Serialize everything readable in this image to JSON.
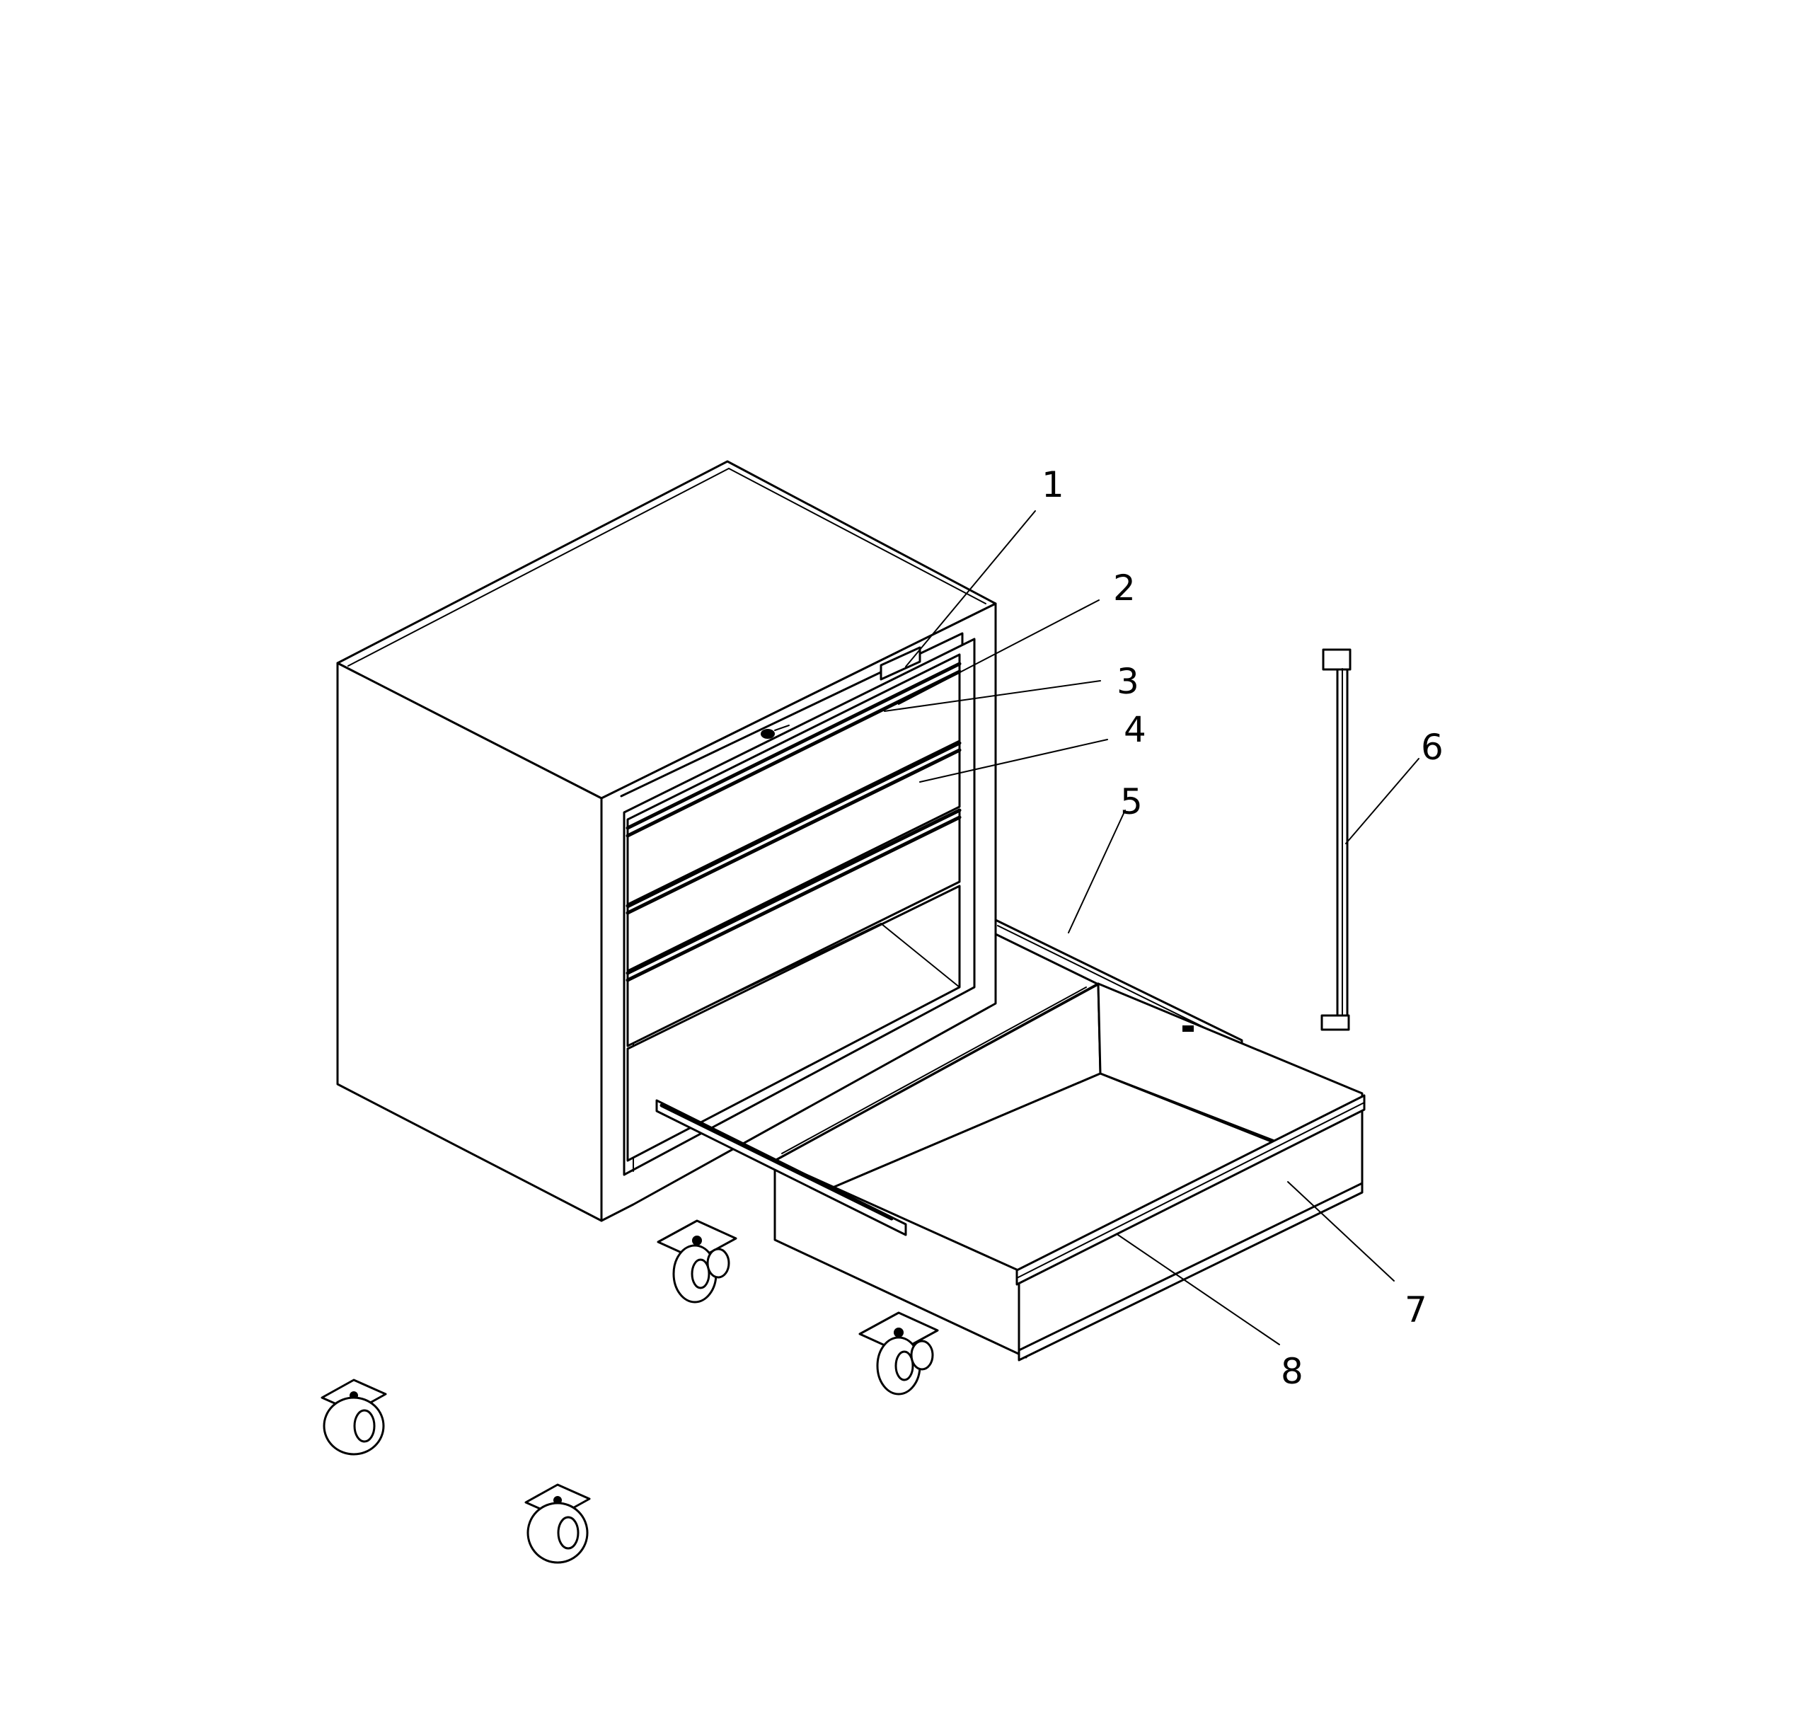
{
  "diagram": {
    "callouts": [
      {
        "id": "1",
        "label": "1"
      },
      {
        "id": "2",
        "label": "2"
      },
      {
        "id": "3",
        "label": "3"
      },
      {
        "id": "4",
        "label": "4"
      },
      {
        "id": "5",
        "label": "5"
      },
      {
        "id": "6",
        "label": "6"
      },
      {
        "id": "7",
        "label": "7"
      },
      {
        "id": "8",
        "label": "8"
      }
    ],
    "parts": [
      "cabinet",
      "drawer",
      "drawer-slide",
      "drawer-stop-bar",
      "caster",
      "caster",
      "caster",
      "caster"
    ]
  }
}
